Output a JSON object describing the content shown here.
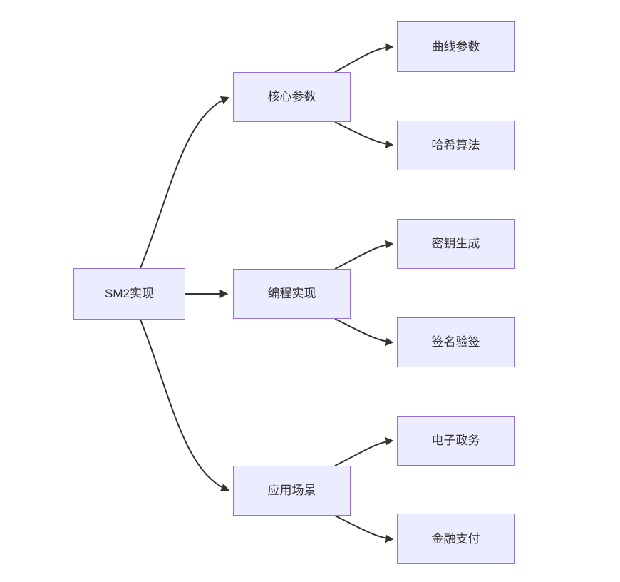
{
  "diagram": {
    "type": "flowchart",
    "colors": {
      "background": "#ffffff",
      "node_fill": "#ECECFF",
      "node_border": "#9370DB",
      "edge": "#333333",
      "text": "#333333"
    },
    "nodes": [
      {
        "id": "sm2",
        "label": "SM2实现",
        "level": 0
      },
      {
        "id": "core",
        "label": "核心参数",
        "level": 1
      },
      {
        "id": "prog",
        "label": "编程实现",
        "level": 1
      },
      {
        "id": "app",
        "label": "应用场景",
        "level": 1
      },
      {
        "id": "curve",
        "label": "曲线参数",
        "level": 2
      },
      {
        "id": "hash",
        "label": "哈希算法",
        "level": 2
      },
      {
        "id": "keygen",
        "label": "密钥生成",
        "level": 2
      },
      {
        "id": "sign",
        "label": "签名验签",
        "level": 2
      },
      {
        "id": "egov",
        "label": "电子政务",
        "level": 2
      },
      {
        "id": "finpay",
        "label": "金融支付",
        "level": 2
      }
    ],
    "edges": [
      {
        "from": "sm2",
        "to": "core"
      },
      {
        "from": "sm2",
        "to": "prog"
      },
      {
        "from": "sm2",
        "to": "app"
      },
      {
        "from": "core",
        "to": "curve"
      },
      {
        "from": "core",
        "to": "hash"
      },
      {
        "from": "prog",
        "to": "keygen"
      },
      {
        "from": "prog",
        "to": "sign"
      },
      {
        "from": "app",
        "to": "egov"
      },
      {
        "from": "app",
        "to": "finpay"
      }
    ]
  }
}
